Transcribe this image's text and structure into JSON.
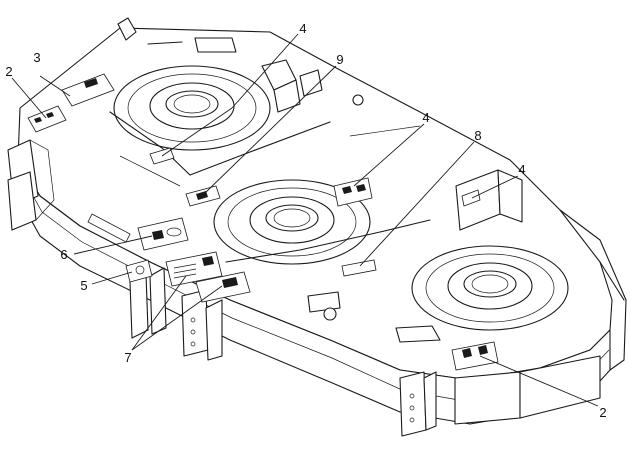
{
  "callouts": {
    "c2_top": "2",
    "c3": "3",
    "c4_top": "4",
    "c9": "9",
    "c4_mid": "4",
    "c8": "8",
    "c4_right": "4",
    "c6": "6",
    "c5": "5",
    "c7": "7",
    "c2_bottom": "2"
  }
}
